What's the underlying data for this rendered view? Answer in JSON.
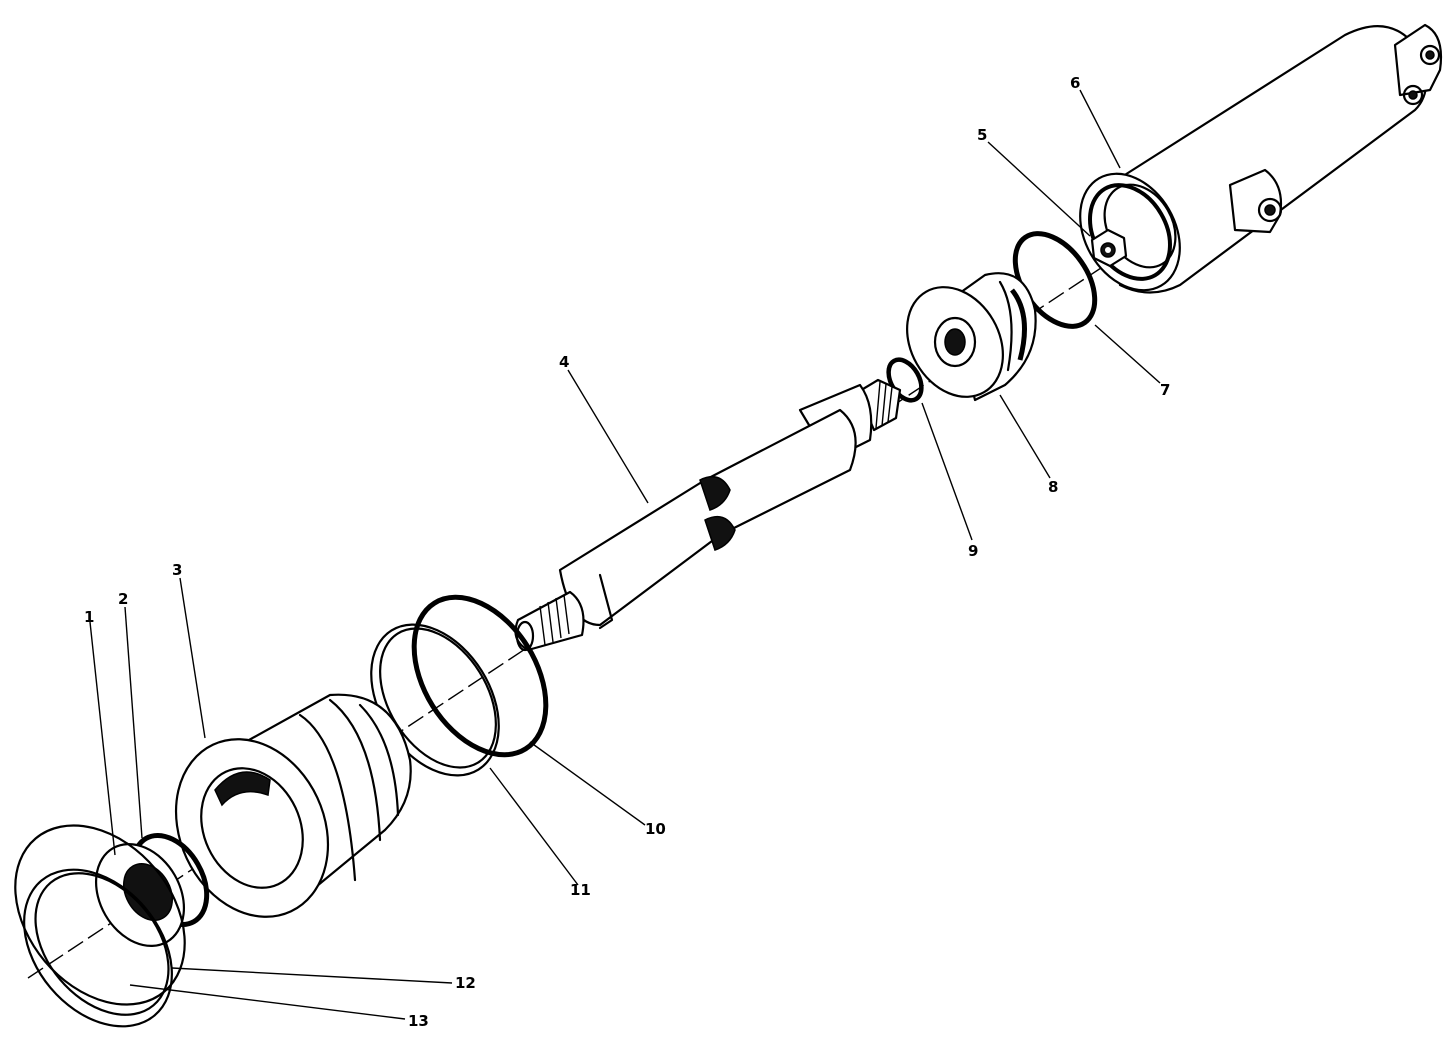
{
  "diagram": {
    "type": "exploded-assembly",
    "callouts": [
      {
        "id": "1",
        "label": "1"
      },
      {
        "id": "2",
        "label": "2"
      },
      {
        "id": "3",
        "label": "3"
      },
      {
        "id": "4",
        "label": "4"
      },
      {
        "id": "5",
        "label": "5"
      },
      {
        "id": "6",
        "label": "6"
      },
      {
        "id": "7",
        "label": "7"
      },
      {
        "id": "8",
        "label": "8"
      },
      {
        "id": "9",
        "label": "9"
      },
      {
        "id": "10",
        "label": "10"
      },
      {
        "id": "11",
        "label": "11"
      },
      {
        "id": "12",
        "label": "12"
      },
      {
        "id": "13",
        "label": "13"
      }
    ]
  }
}
